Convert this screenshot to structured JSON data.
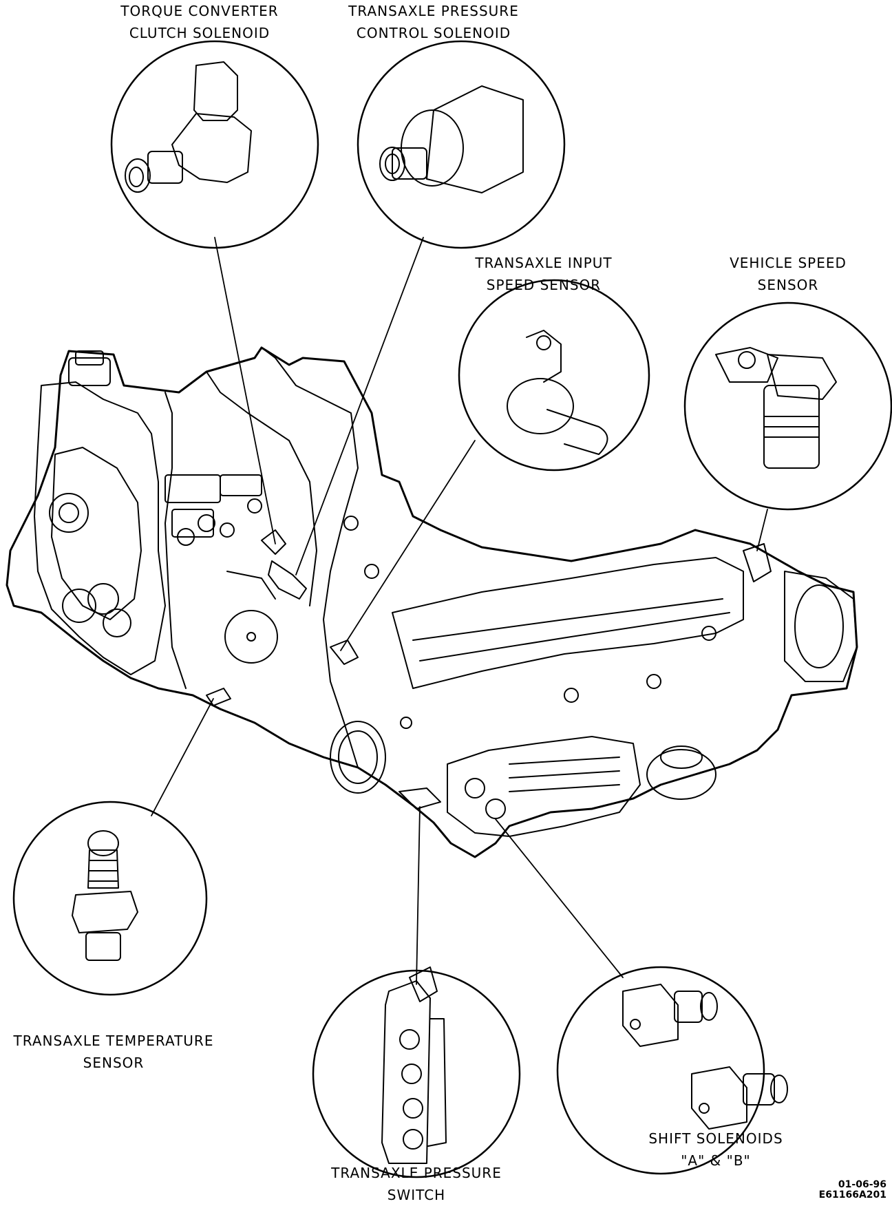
{
  "labels": {
    "tcc": [
      "TORQUE CONVERTER",
      "CLUTCH SOLENOID"
    ],
    "pcs": [
      "TRANSAXLE PRESSURE",
      "CONTROL SOLENOID"
    ],
    "iss": [
      "TRANSAXLE INPUT",
      "SPEED SENSOR"
    ],
    "vss": [
      "VEHICLE SPEED",
      "SENSOR"
    ],
    "temp": [
      "TRANSAXLE TEMPERATURE",
      "SENSOR"
    ],
    "psw": [
      "TRANSAXLE PRESSURE",
      "SWITCH"
    ],
    "shift": [
      "SHIFT SOLENOIDS",
      "\"A\" & \"B\""
    ]
  },
  "figure_code": [
    "01-06-96",
    "E61166A201"
  ],
  "colors": {
    "line": "#000000",
    "background": "#ffffff"
  }
}
